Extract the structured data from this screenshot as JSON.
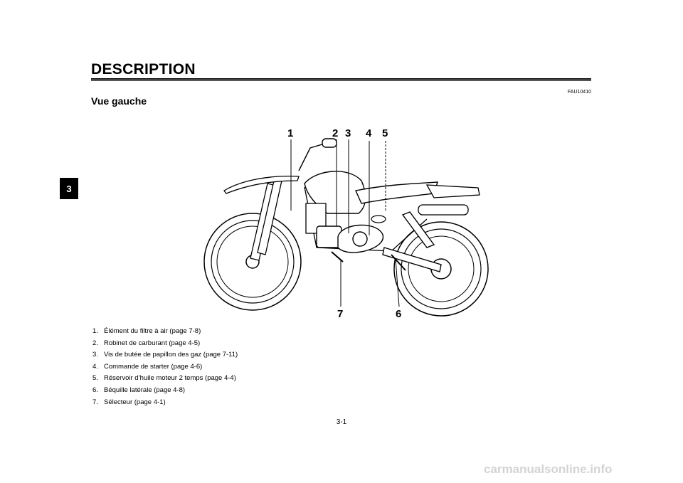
{
  "header": {
    "title": "DESCRIPTION"
  },
  "doc_code": "FAU10410",
  "section": {
    "title": "Vue gauche"
  },
  "chapter_tab": "3",
  "figure": {
    "callouts": [
      {
        "label": "1",
        "target": "air-filter"
      },
      {
        "label": "2",
        "target": "fuel-cock"
      },
      {
        "label": "3",
        "target": "throttle-stop-screw"
      },
      {
        "label": "4",
        "target": "starter-knob"
      },
      {
        "label": "5",
        "target": "oil-tank"
      },
      {
        "label": "6",
        "target": "sidestand"
      },
      {
        "label": "7",
        "target": "shift-pedal"
      }
    ]
  },
  "parts": [
    {
      "num": "1.",
      "text": "Élément du filtre à air (page 7-8)"
    },
    {
      "num": "2.",
      "text": "Robinet de carburant (page 4-5)"
    },
    {
      "num": "3.",
      "text": "Vis de butée de papillon des gaz (page 7-11)"
    },
    {
      "num": "4.",
      "text": "Commande de starter (page 4-6)"
    },
    {
      "num": "5.",
      "text": "Réservoir d’huile moteur 2 temps (page 4-4)"
    },
    {
      "num": "6.",
      "text": "Béquille latérale (page 4-8)"
    },
    {
      "num": "7.",
      "text": "Sélecteur (page 4-1)"
    }
  ],
  "footer": {
    "page_number": "3-1"
  },
  "watermark": "carmanualsonline.info"
}
